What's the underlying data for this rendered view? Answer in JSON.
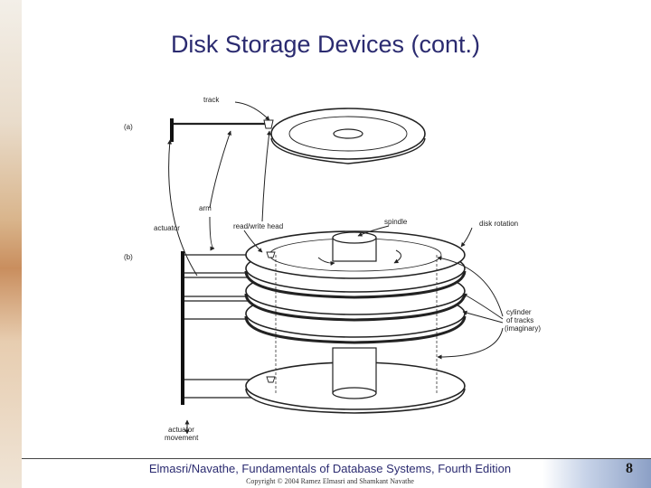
{
  "slide": {
    "title": "Disk Storage Devices (cont.)",
    "footer": "Elmasri/Navathe, Fundamentals of Database Systems, Fourth Edition",
    "copyright": "Copyright © 2004 Ramez Elmasri and Shamkant Navathe",
    "page_number": "8"
  },
  "diagram": {
    "labels": {
      "part_a": "(a)",
      "part_b": "(b)",
      "track": "track",
      "arm": "arm",
      "actuator": "actuator",
      "read_write_head": "read/write head",
      "spindle": "spindle",
      "disk_rotation": "disk rotation",
      "cylinder_1": "cylinder",
      "cylinder_2": "of tracks",
      "cylinder_3": "(imaginary)",
      "actuator_movement_1": "actuator",
      "actuator_movement_2": "movement"
    }
  }
}
